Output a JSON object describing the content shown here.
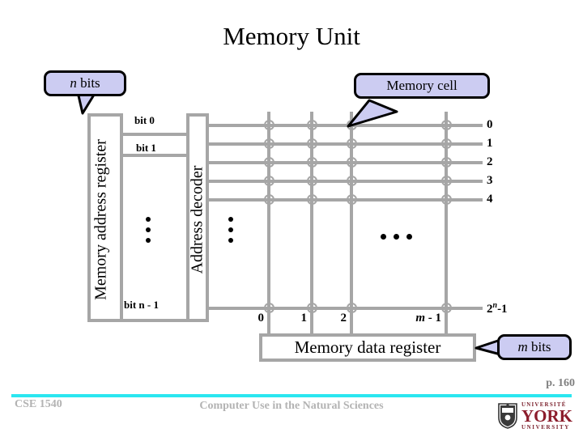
{
  "slide": {
    "title": "Memory Unit"
  },
  "callouts": {
    "n_bits": {
      "prefix": "n",
      "suffix": " bits"
    },
    "memory_cell": {
      "label": "Memory cell"
    },
    "m_bits": {
      "prefix": "m",
      "suffix": " bits"
    }
  },
  "blocks": {
    "memory_address_register": "Memory address register",
    "address_decoder": "Address decoder",
    "memory_data_register": "Memory data register"
  },
  "bit_labels": [
    {
      "label": "bit 0"
    },
    {
      "label": "bit 1"
    },
    {
      "label": "bit n - 1"
    }
  ],
  "grid": {
    "row_labels": [
      "0",
      "1",
      "2",
      "3",
      "4"
    ],
    "row_label_last_base": "2",
    "row_label_last_exp": "n",
    "row_label_last_tail": "-1",
    "column_labels": [
      "0",
      "1",
      "2"
    ],
    "column_label_last_prefix": "m",
    "column_label_last_suffix": " - 1",
    "ellipsis_note": "..."
  },
  "footer": {
    "page": "p. 160",
    "course": "CSE 1540",
    "subtitle": "Computer Use in the Natural Sciences",
    "logo": {
      "top": "UNIVERSITÉ",
      "main": "YORK",
      "bottom": "UNIVERSITY"
    }
  },
  "colors": {
    "wire": "#a6a6a6",
    "callout_fill": "#ccccf2",
    "callout_border": "#000000",
    "footer_rule": "#2be6f0",
    "footer_text": "#b3b3b3",
    "logo_red": "#8c1d2c"
  }
}
